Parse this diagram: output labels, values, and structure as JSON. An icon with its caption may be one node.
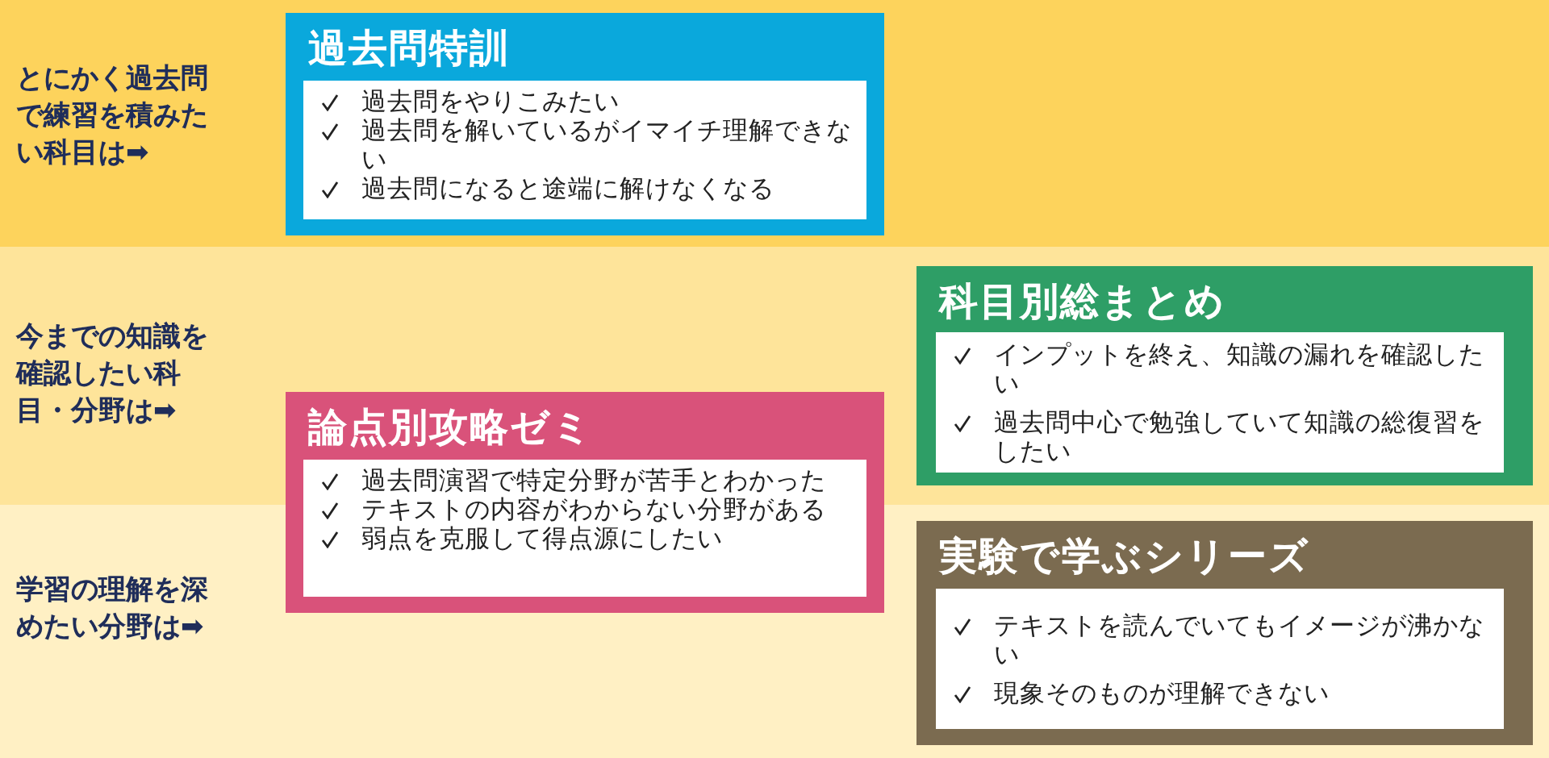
{
  "diagram": {
    "nodes": [
      {
        "text": [
          "とにかく過去問で練習を積みたい科目は➡"
        ]
      },
      {
        "text": [
          "過去問特訓",
          "過去問をやりこみたい",
          "過去問を解いているがイマイチ理解できない",
          "過去問になると途端に解けなくなる"
        ],
        "in": 0
      },
      {
        "text": [
          "今までの知識を確認したい科目・分野は➡"
        ]
      },
      {
        "text": [
          "科目別総まとめ",
          "インプットを終え、知識の漏れを確認したい",
          "過去問中心で勉強していて知識の総復習をしたい"
        ],
        "in": 2
      },
      {
        "text": [
          "論点別攻略ゼミ",
          "過去問演習で特定分野が苦手とわかった",
          "テキストの内容がわからない分野がある",
          "弱点を克服して得点源にしたい"
        ]
      },
      {
        "text": [
          "学習の理解を深めたい分野は➡"
        ]
      },
      {
        "text": [
          "実験で学ぶシリーズ",
          "テキストを読んでいてもイメージが沸かない",
          "現象そのものが理解できない"
        ],
        "in": 5
      }
    ]
  }
}
